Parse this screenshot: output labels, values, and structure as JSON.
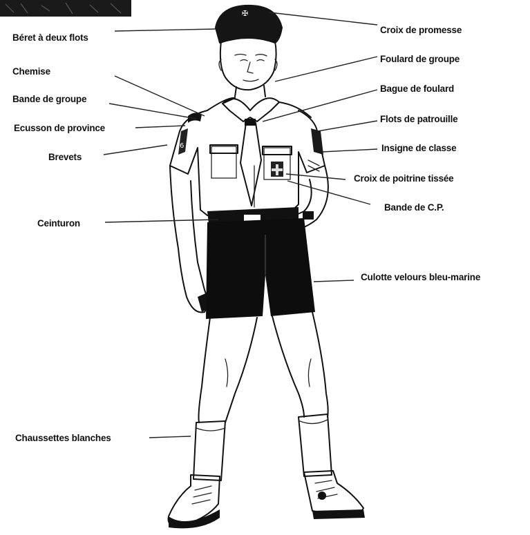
{
  "labels": {
    "beret": "Béret à deux flots",
    "chemise": "Chemise",
    "bande_groupe": "Bande de groupe",
    "ecusson": "Ecusson de province",
    "brevets": "Brevets",
    "ceinturon": "Ceinturon",
    "chaussettes": "Chaussettes blanches",
    "croix_promesse": "Croix de promesse",
    "foulard_groupe": "Foulard de groupe",
    "bague_foulard": "Bague de foulard",
    "flots_patrouille": "Flots de patrouille",
    "insigne_classe": "Insigne de classe",
    "croix_poitrine": "Croix de poitrine tissée",
    "bande_cp": "Bande de C.P.",
    "culotte": "Culotte velours bleu-marine"
  },
  "colors": {
    "ink": "#111111",
    "background": "#ffffff"
  },
  "icons": [
    "scout-figure-illustration",
    "header-banner-graphic"
  ]
}
